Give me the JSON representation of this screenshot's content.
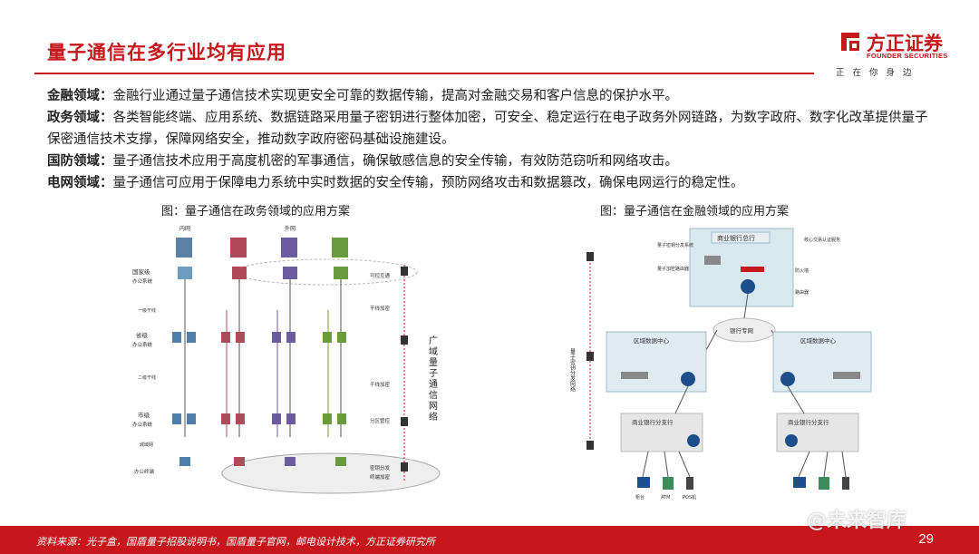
{
  "header": {
    "title": "量子通信在多行业均有应用"
  },
  "logo": {
    "name": "方正证券",
    "english": "FOUNDER SECURITIES",
    "slogan": "正在你身边",
    "brand_color": "#c8161d"
  },
  "paragraphs": [
    {
      "lead": "金融领域：",
      "text": "金融行业通过量子通信技术实现更安全可靠的数据传输，提高对金融交易和客户信息的保护水平。"
    },
    {
      "lead": "政务领域：",
      "text": "各类智能终端、应用系统、数据链路采用量子密钥进行整体加密，可安全、稳定运行在电子政务外网链路，为数字政府、数字化改革提供量子保密通信技术支撑，保障网络安全，推动数字政府密码基础设施建设。"
    },
    {
      "lead": "国防领域：",
      "text": "量子通信技术应用于高度机密的军事通信，确保敏感信息的安全传输，有效防范窃听和网络攻击。"
    },
    {
      "lead": "电网领域：",
      "text": "量子通信可应用于保障电力系统中实时数据的安全传输，预防网络攻击和数据篡改，确保电网运行的稳定性。"
    }
  ],
  "figure_left": {
    "caption": "图：量子通信在政务领域的应用方案",
    "labels": {
      "inner_net": "内网",
      "outer_net": "外网",
      "national": "国家级",
      "national_sub": "办公系统",
      "tier1": "一级干线",
      "provincial": "省级",
      "provincial_sub": "办公系统",
      "tier2": "二级干线",
      "city": "市级",
      "city_sub": "办公系统",
      "metro": "城域网",
      "office": "办公终端",
      "controllable": "可控互通",
      "trunk_enc1": "干线加密",
      "trunk_enc2": "干线加密",
      "zone": "分区管控",
      "key_dist": "密钥分发",
      "terminal_enc": "终端加密",
      "wan": "广域量子通信网络"
    }
  },
  "figure_right": {
    "caption": "图：量子通信在金融领域的应用方案",
    "labels": {
      "hq": "商业银行总行",
      "key_server": "量子密钥分发系统",
      "encrypt_router": "量子加密路由器",
      "trading": "核心交易认证服务",
      "firewall": "防火墙",
      "router": "路由器",
      "bank_net": "银行专网",
      "dc_left": "区域数据中心",
      "dc_right": "区域数据中心",
      "key_network": "量子密钥分发网络",
      "branch_left": "商业银行分支行",
      "branch_right": "商业银行分支行",
      "counter": "柜台",
      "atm": "ATM",
      "pos": "POS机"
    }
  },
  "footer": {
    "source": "资料来源：光子盒，国盾量子招股说明书，国盾量子官网，邮电设计技术，方正证券研究所",
    "page": "29",
    "watermark": "@未来智库"
  }
}
